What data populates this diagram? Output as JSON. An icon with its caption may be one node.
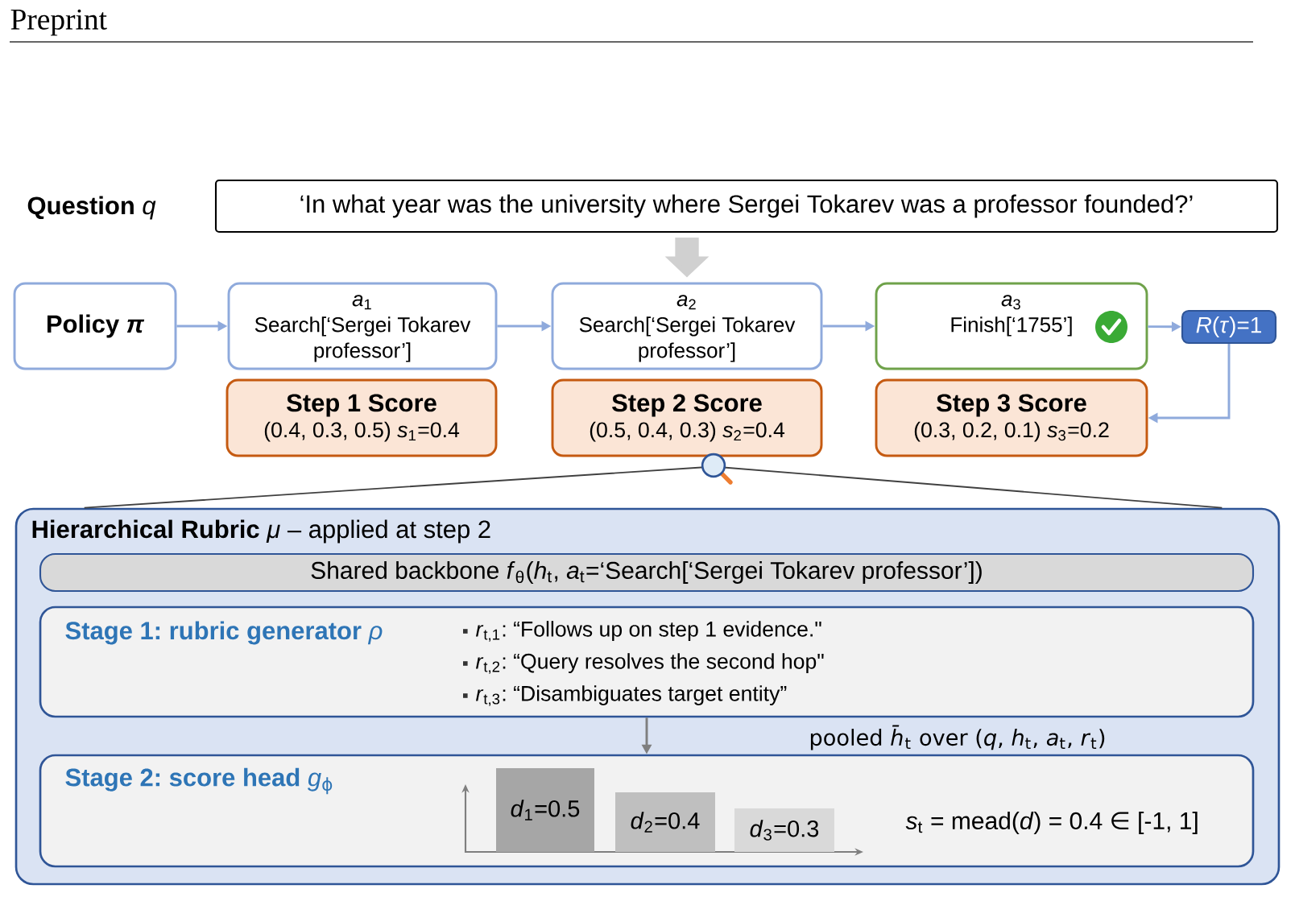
{
  "diagram": {
    "nodes": [
      {
        "text": [
          "‘In what year was the university where Sergei Tokarev was a professor founded?’"
        ],
        "beside": [
          "**Question** *q*"
        ]
      },
      {
        "text": [
          "Policy *π*"
        ]
      },
      {
        "text": [
          "*a*$_{1}$",
          "Search[‘Sergei Tokarev professor’]"
        ]
      },
      {
        "text": [
          "*a*$_{2}$",
          "Search[‘Sergei Tokarev professor’]"
        ]
      },
      {
        "text": [
          "*a*$_{3}$",
          "Finish[‘1755’]"
        ]
      },
      {
        "text": [
          "*R*(*τ*)=1"
        ]
      },
      {
        "text": [
          "Step 1 Score",
          "(0.4, 0.3, 0.5) *s*$_{1}$=0.4"
        ]
      },
      {
        "text": [
          "Step 2 Score",
          "(0.5, 0.4, 0.3) *s*$_{2}$=0.4"
        ]
      },
      {
        "text": [
          "Step 3 Score",
          "(0.3, 0.2, 0.1) *s*$_{3}$=0.2"
        ]
      },
      {
        "text": [
          "**Hierarchical Rubric** *μ* – applied at step 2"
        ]
      },
      {
        "text": [
          "Shared backbone *f*$_{θ}$(*h*$_{t}$, *a*$_{t}$=‘Search[‘Sergei Tokarev professor’])"
        ],
        "in": 9
      },
      {
        "text": [
          "**Stage 1: rubric generator** *ρ*",
          "*r*$_{t,1}$: “Follows up on step 1 evidence.\"",
          "*r*$_{t,2}$: “Query resolves the second hop\"",
          "*r*$_{t,3}$: “Disambiguates target entity”"
        ],
        "in": 9
      },
      {
        "text": [
          "**Stage 2: score head** *g*$_{ϕ}$",
          "*s*$_{t}$ = mead(*d*) = 0.4 ∈ [-1, 1]"
        ],
        "in": 9
      },
      {
        "text": [
          "*d*$_{1}$=0.5"
        ],
        "in": 12
      },
      {
        "text": [
          "*d*$_{2}$=0.4"
        ],
        "in": 12
      },
      {
        "text": [
          "*d*$_{3}$=0.3"
        ],
        "in": 12
      }
    ],
    "edges": [
      {
        "from": 0,
        "to": 3,
        "arrow": "to",
        "style": "thick",
        "color": "#d0d0d0"
      },
      {
        "from": 1,
        "to": 2,
        "arrow": "to"
      },
      {
        "from": 2,
        "to": 3,
        "arrow": "to"
      },
      {
        "from": 3,
        "to": 4,
        "arrow": "to"
      },
      {
        "from": 4,
        "to": 5,
        "arrow": "to"
      },
      {
        "from": 5,
        "to": 8,
        "arrow": "to"
      },
      {
        "from": 7,
        "to": 9,
        "arrow": "none",
        "color": "#404040"
      },
      {
        "from": 11,
        "to": 12,
        "arrow": "to",
        "color": "#7f7f7f"
      }
    ],
    "labels": [
      "Preprint",
      "pooled *h̄*$_{t}$ over (*q*, *h*$_{t}$, *a*$_{t}$, *r*$_{t}$)"
    ]
  }
}
